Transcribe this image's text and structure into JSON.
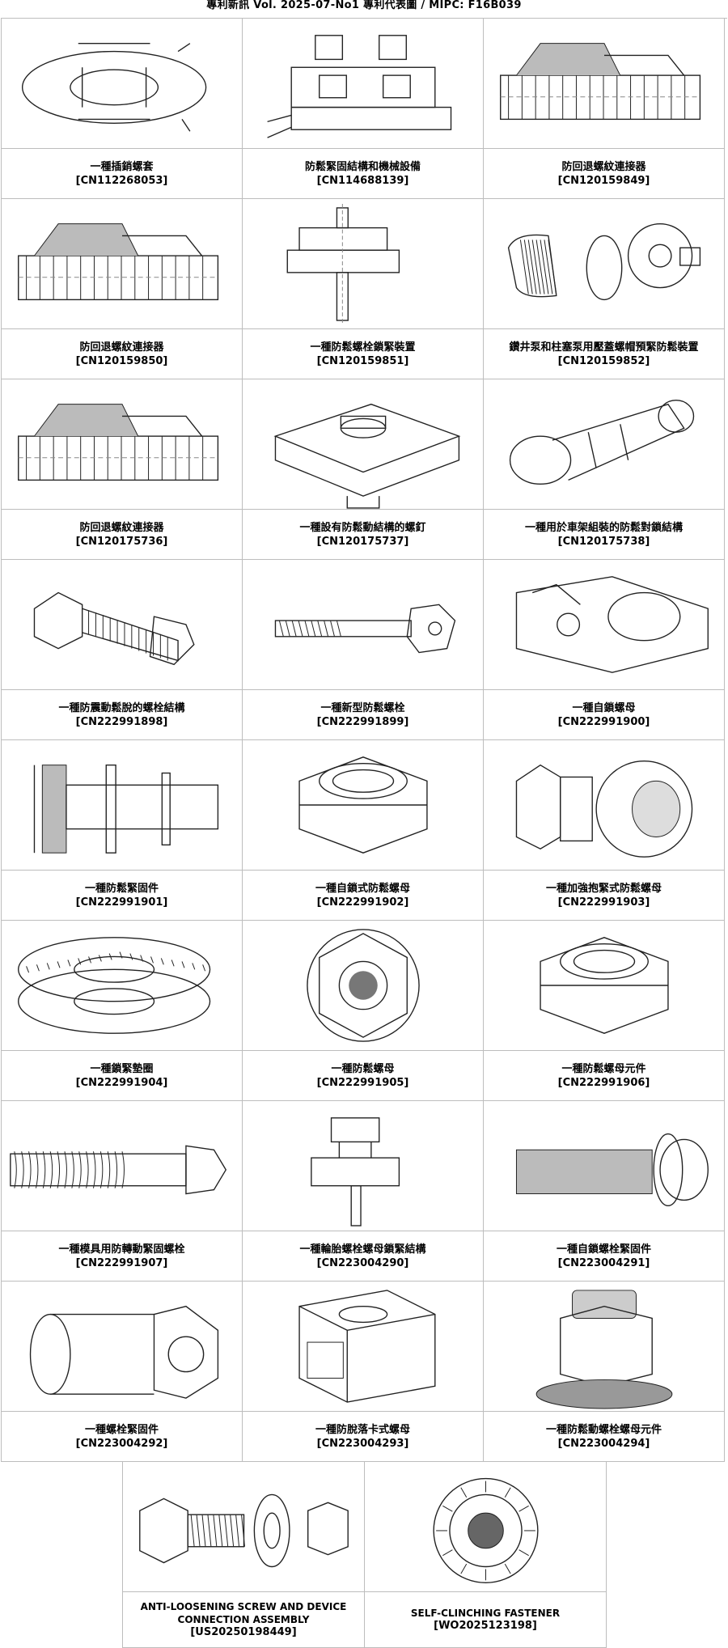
{
  "header": {
    "text": "專利新訊  Vol. 2025-07-No1  專利代表圖  /  MIPC:  F16B039"
  },
  "rows": [
    [
      {
        "title": "一種插銷螺套",
        "number": "[CN112268053]",
        "icon": "toroidal-sleeve-drawing"
      },
      {
        "title": "防鬆緊固結構和機械設備",
        "number": "[CN114688139]",
        "icon": "bolted-plates-drawing"
      },
      {
        "title": "防回退螺紋連接器",
        "number": "[CN120159849]",
        "icon": "threaded-connector-section-drawing"
      }
    ],
    [
      {
        "title": "防回退螺紋連接器",
        "number": "[CN120159850]",
        "icon": "threaded-connector-section-drawing"
      },
      {
        "title": "一種防鬆螺栓鎖緊裝置",
        "number": "[CN120159851]",
        "icon": "bolt-locking-device-drawing"
      },
      {
        "title": "鑽井泵和柱塞泵用壓蓋螺帽預緊防鬆裝置",
        "number": "[CN120159852]",
        "icon": "gland-nut-assembly-drawing"
      }
    ],
    [
      {
        "title": "防回退螺紋連接器",
        "number": "[CN120175736]",
        "icon": "threaded-connector-section-drawing"
      },
      {
        "title": "一種設有防鬆動結構的螺釘",
        "number": "[CN120175737]",
        "icon": "screw-block-drawing"
      },
      {
        "title": "一種用於車架組裝的防鬆對鎖結構",
        "number": "[CN120175738]",
        "icon": "frame-lock-bolt-drawing"
      }
    ],
    [
      {
        "title": "一種防震動鬆脫的螺栓結構",
        "number": "[CN222991898]",
        "icon": "anti-vibration-bolt-drawing"
      },
      {
        "title": "一種新型防鬆螺栓",
        "number": "[CN222991899]",
        "icon": "hex-bolt-drawing"
      },
      {
        "title": "一種自鎖螺母",
        "number": "[CN222991900]",
        "icon": "self-locking-nut-drawing"
      }
    ],
    [
      {
        "title": "一種防鬆緊固件",
        "number": "[CN222991901]",
        "icon": "fastener-section-drawing"
      },
      {
        "title": "一種自鎖式防鬆螺母",
        "number": "[CN222991902]",
        "icon": "hex-nut-drawing"
      },
      {
        "title": "一種加強抱緊式防鬆螺母",
        "number": "[CN222991903]",
        "icon": "clamp-nut-drawing"
      }
    ],
    [
      {
        "title": "一種鎖緊墊圈",
        "number": "[CN222991904]",
        "icon": "lock-washer-drawing"
      },
      {
        "title": "一種防鬆螺母",
        "number": "[CN222991905]",
        "icon": "nut-top-view-drawing"
      },
      {
        "title": "一種防鬆螺母元件",
        "number": "[CN222991906]",
        "icon": "hex-nut-drawing"
      }
    ],
    [
      {
        "title": "一種模具用防轉動緊固螺栓",
        "number": "[CN222991907]",
        "icon": "long-bolt-drawing"
      },
      {
        "title": "一種輪胎螺栓螺母鎖緊結構",
        "number": "[CN223004290]",
        "icon": "wheel-nut-lock-drawing"
      },
      {
        "title": "一種自鎖螺栓緊固件",
        "number": "[CN223004291]",
        "icon": "flange-bolt-drawing"
      }
    ],
    [
      {
        "title": "一種螺栓緊固件",
        "number": "[CN223004292]",
        "icon": "bolt-fastener-drawing"
      },
      {
        "title": "一種防脫落卡式螺母",
        "number": "[CN223004293]",
        "icon": "cage-nut-drawing"
      },
      {
        "title": "一種防鬆動螺栓螺母元件",
        "number": "[CN223004294]",
        "icon": "nut-element-drawing"
      }
    ]
  ],
  "last_row": [
    {
      "title": "ANTI-LOOSENING SCREW AND DEVICE CONNECTION ASSEMBLY",
      "number": "[US20250198449]",
      "icon": "exploded-screw-assembly-drawing"
    },
    {
      "title": "SELF-CLINCHING FASTENER",
      "number": "[WO2025123198]",
      "icon": "self-clinching-fastener-drawing"
    }
  ]
}
